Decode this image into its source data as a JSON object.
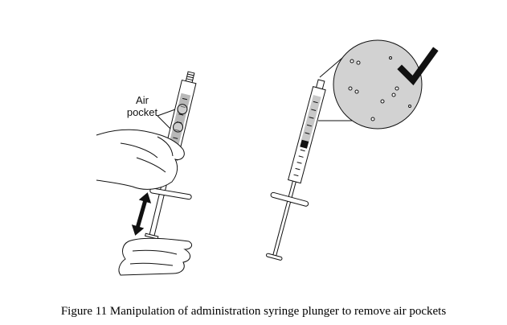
{
  "figure": {
    "label_air": "Air",
    "label_pocket": "pocket",
    "caption": "Figure 11 Manipulation of administration syringe plunger to remove air pockets",
    "check_icon": "checkmark-icon"
  },
  "colors": {
    "ink": "#111111",
    "liquid": "#b8b8b8",
    "magnifier": "#d2d2d2"
  }
}
